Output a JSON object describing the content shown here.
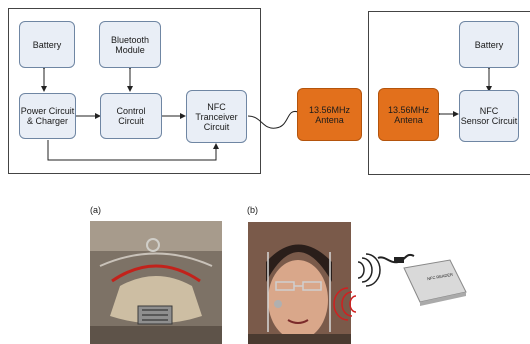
{
  "diagram": {
    "left_module": {
      "battery": "Battery",
      "bluetooth": "Bluetooth\nModule",
      "power": "Power Circuit\n& Charger",
      "control": "Control\nCircuit",
      "nfc": "NFC\nTranceiver\nCircuit"
    },
    "left_antenna": "13.56MHz\nAntena",
    "right_antenna": "13.56MHz\nAntena",
    "right_module": {
      "battery": "Battery",
      "nfc_sensor": "NFC\nSensor Circuit"
    },
    "colors": {
      "node_fill": "#e9eef6",
      "node_border": "#6f86a3",
      "antenna": "#e2701c"
    }
  },
  "photos": {
    "a_label": "(a)",
    "b_label": "(b)",
    "reader_label": "NFC READER"
  }
}
